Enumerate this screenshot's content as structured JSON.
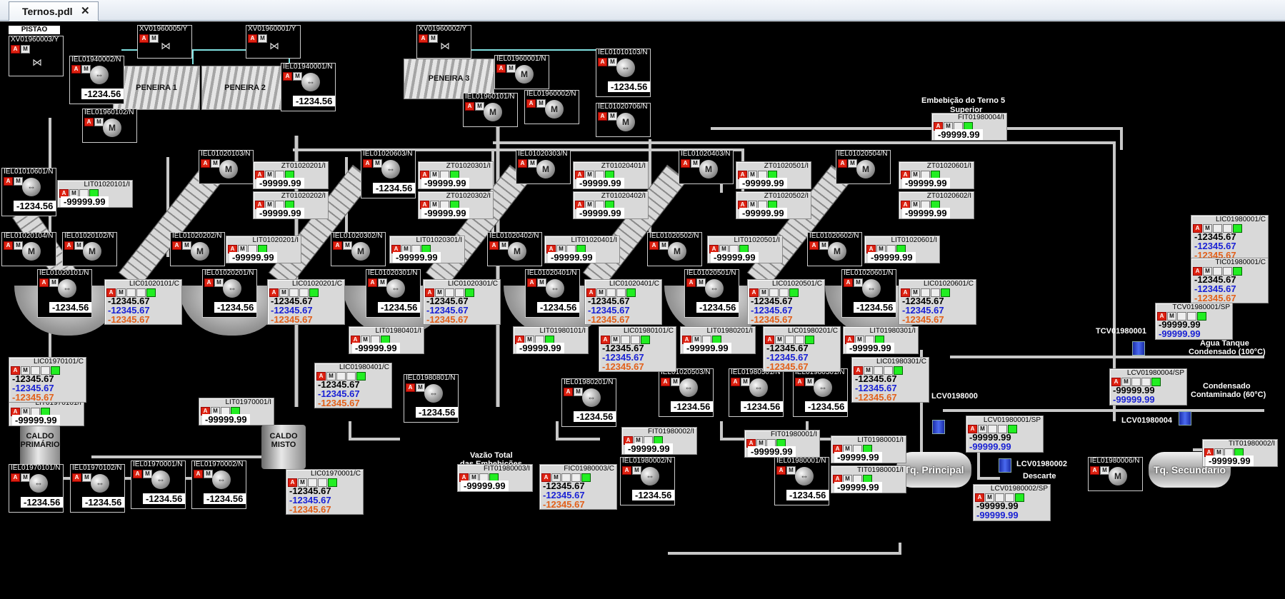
{
  "tab": {
    "title": "Ternos.pdl",
    "close": "✕"
  },
  "labels": {
    "pistao": "PISTAO",
    "embebicao": "Embebição do Terno 5",
    "embebicao2": "Superior",
    "vazao1": "Vazão Total",
    "vazao2": "das Embebições",
    "agua1": "Agua Tanque",
    "agua2": "Condensado (100°C)",
    "cond1": "Condensado",
    "cond2": "Contaminado (60°C)",
    "descarte": "Descarte",
    "tcv": "TCV01980001",
    "lcv1": "LCV0198000",
    "lcv4": "LCV01980004",
    "lcv2": "LCV01980002"
  },
  "equipment": {
    "peneira1": "PENEIRA 1",
    "peneira2": "PENEIRA 2",
    "peneira3": "PENEIRA 3",
    "caldo_primario_1": "CALDO",
    "caldo_primario_2": "PRIMÁRIO",
    "caldo_misto_1": "CALDO",
    "caldo_misto_2": "MISTO",
    "tq_principal": "Tq. Principal",
    "tq_secundario": "Tq. Secundario"
  },
  "icons": {
    "alarm": "A",
    "manual": "M",
    "motor": "M",
    "drive": "⟴"
  },
  "valves": [
    {
      "tag": "XV01960003/Y"
    },
    {
      "tag": "XV01960005/Y"
    },
    {
      "tag": "XV01960001/Y"
    },
    {
      "tag": "XV01960002/Y"
    }
  ],
  "motors": [
    {
      "tag": "IEL01940002/N",
      "value": "-1234.56",
      "sym": "⇔"
    },
    {
      "tag": "IEL01940001/N",
      "value": "-1234.56",
      "sym": "⇔"
    },
    {
      "tag": "IEL01960001/N",
      "value": "",
      "sym": "M"
    },
    {
      "tag": "IEL01960002/N",
      "value": "",
      "sym": "M"
    },
    {
      "tag": "IEL01010103/N",
      "value": "-1234.56",
      "sym": "⇔"
    },
    {
      "tag": "IEL01020706/N",
      "value": "",
      "sym": "M"
    },
    {
      "tag": "IEL01960101/N",
      "value": "",
      "sym": "M"
    },
    {
      "tag": "IEL01960102/N",
      "value": "",
      "sym": "M"
    },
    {
      "tag": "IEL01010601/N",
      "value": "-1234.56",
      "sym": "⇔"
    },
    {
      "tag": "IEL01020103/N",
      "value": "",
      "sym": "M"
    },
    {
      "tag": "IEL01020603/N",
      "value": "-1234.56",
      "sym": "⇔"
    },
    {
      "tag": "IEL01020303/N",
      "value": "",
      "sym": "M"
    },
    {
      "tag": "IEL01020403/N",
      "value": "",
      "sym": "M"
    },
    {
      "tag": "IEL01020504/N",
      "value": "",
      "sym": "M"
    },
    {
      "tag": "IEL01020104/N",
      "value": "",
      "sym": "M"
    },
    {
      "tag": "IEL01020102/N",
      "value": "",
      "sym": "M"
    },
    {
      "tag": "IEL01020202/N",
      "value": "",
      "sym": "M"
    },
    {
      "tag": "IEL01020302/N",
      "value": "",
      "sym": "M"
    },
    {
      "tag": "IEL01020402/N",
      "value": "",
      "sym": "M"
    },
    {
      "tag": "IEL01020502/N",
      "value": "",
      "sym": "M"
    },
    {
      "tag": "IEL01020602/N",
      "value": "",
      "sym": "M"
    },
    {
      "tag": "IEL01020101/N",
      "value": "-1234.56",
      "sym": "⇔"
    },
    {
      "tag": "IEL01020201/N",
      "value": "-1234.56",
      "sym": "⇔"
    },
    {
      "tag": "IEL01020301/N",
      "value": "-1234.56",
      "sym": "⇔"
    },
    {
      "tag": "IEL01020401/N",
      "value": "-1234.56",
      "sym": "⇔"
    },
    {
      "tag": "IEL01020501/N",
      "value": "-1234.56",
      "sym": "⇔"
    },
    {
      "tag": "IEL01020601/N",
      "value": "-1234.56",
      "sym": "⇔"
    },
    {
      "tag": "IEL01980801/N",
      "value": "-1234.56",
      "sym": "⇔"
    },
    {
      "tag": "IEL01980201/N",
      "value": "-1234.56",
      "sym": "⇔"
    },
    {
      "tag": "IEL01020503/N",
      "value": "-1234.56",
      "sym": "⇔"
    },
    {
      "tag": "IEL01980501/N",
      "value": "-1234.56",
      "sym": "⇔"
    },
    {
      "tag": "IEL01980301/N",
      "value": "-1234.56",
      "sym": "⇔"
    },
    {
      "tag": "IEL01970101/N",
      "value": "-1234.56",
      "sym": "⇔"
    },
    {
      "tag": "IEL01970102/N",
      "value": "-1234.56",
      "sym": "⇔"
    },
    {
      "tag": "IEL01970001/N",
      "value": "-1234.56",
      "sym": "⇔"
    },
    {
      "tag": "IEL01970002/N",
      "value": "-1234.56",
      "sym": "⇔"
    },
    {
      "tag": "IEL01980002/N",
      "value": "-1234.56",
      "sym": "⇔"
    },
    {
      "tag": "IEL01980001/N",
      "value": "-1234.56",
      "sym": "⇔"
    },
    {
      "tag": "IEL01980006/N",
      "value": "",
      "sym": "M"
    }
  ],
  "indicators": [
    {
      "tag": "LIT01020101/I",
      "value": "-99999.99"
    },
    {
      "tag": "ZT01020201/I",
      "value": "-99999.99"
    },
    {
      "tag": "ZT01020202/I",
      "value": "-99999.99"
    },
    {
      "tag": "ZT01020301/I",
      "value": "-99999.99"
    },
    {
      "tag": "ZT01020302/I",
      "value": "-99999.99"
    },
    {
      "tag": "ZT01020401/I",
      "value": "-99999.99"
    },
    {
      "tag": "ZT01020402/I",
      "value": "-99999.99"
    },
    {
      "tag": "ZT01020501/I",
      "value": "-99999.99"
    },
    {
      "tag": "ZT01020502/I",
      "value": "-99999.99"
    },
    {
      "tag": "ZT01020601/I",
      "value": "-99999.99"
    },
    {
      "tag": "ZT01020602/I",
      "value": "-99999.99"
    },
    {
      "tag": "FIT01980004/I",
      "value": "-99999.99"
    },
    {
      "tag": "LIT01020201/I",
      "value": "-99999.99"
    },
    {
      "tag": "LIT01020301/I",
      "value": "-99999.99"
    },
    {
      "tag": "LIT01020401/I",
      "value": "-99999.99"
    },
    {
      "tag": "LIT01020501/I",
      "value": "-99999.99"
    },
    {
      "tag": "LIT01020601/I",
      "value": "-99999.99"
    },
    {
      "tag": "LIT01980401/I",
      "value": "-99999.99"
    },
    {
      "tag": "LIT01980101/I",
      "value": "-99999.99"
    },
    {
      "tag": "LIT01980201/I",
      "value": "-99999.99"
    },
    {
      "tag": "LIT01980301/I",
      "value": "-99999.99"
    },
    {
      "tag": "LIT01970101/I",
      "value": "-99999.99"
    },
    {
      "tag": "LIT01970001/I",
      "value": "-99999.99"
    },
    {
      "tag": "FIT01980002/I",
      "value": "-99999.99"
    },
    {
      "tag": "FIT01980001/I",
      "value": "-99999.99"
    },
    {
      "tag": "LIT01980001/I",
      "value": "-99999.99"
    },
    {
      "tag": "TIT01980001/I",
      "value": "-99999.99"
    },
    {
      "tag": "FIT01980003/I",
      "value": "-99999.99"
    },
    {
      "tag": "TIT01980002/I",
      "value": "-99999.99"
    }
  ],
  "controllers": [
    {
      "tag": "LIC01020101/C",
      "pv": "-12345.67",
      "sp": "-12345.67",
      "out": "-12345.67"
    },
    {
      "tag": "LIC01020201/C",
      "pv": "-12345.67",
      "sp": "-12345.67",
      "out": "-12345.67"
    },
    {
      "tag": "LIC01020301/C",
      "pv": "-12345.67",
      "sp": "-12345.67",
      "out": "-12345.67"
    },
    {
      "tag": "LIC01020401/C",
      "pv": "-12345.67",
      "sp": "-12345.67",
      "out": "-12345.67"
    },
    {
      "tag": "LIC01020501/C",
      "pv": "-12345.67",
      "sp": "-12345.67",
      "out": "-12345.67"
    },
    {
      "tag": "LIC01020601/C",
      "pv": "-12345.67",
      "sp": "-12345.67",
      "out": "-12345.67"
    },
    {
      "tag": "LIC01980101/C",
      "pv": "-12345.67",
      "sp": "-12345.67",
      "out": "-12345.67"
    },
    {
      "tag": "LIC01980201/C",
      "pv": "-12345.67",
      "sp": "-12345.67",
      "out": "-12345.67"
    },
    {
      "tag": "LIC01980301/C",
      "pv": "-12345.67",
      "sp": "-12345.67",
      "out": "-12345.67"
    },
    {
      "tag": "LIC01980401/C",
      "pv": "-12345.67",
      "sp": "-12345.67",
      "out": "-12345.67"
    },
    {
      "tag": "LIC01970101/C",
      "pv": "-12345.67",
      "sp": "-12345.67",
      "out": "-12345.67"
    },
    {
      "tag": "LIC01970001/C",
      "pv": "-12345.67",
      "sp": "-12345.67",
      "out": "-12345.67"
    },
    {
      "tag": "FIC01980003/C",
      "pv": "-12345.67",
      "sp": "-12345.67",
      "out": "-12345.67"
    },
    {
      "tag": "LIC01980001/C",
      "pv": "-12345.67",
      "sp": "-12345.67",
      "out": "-12345.67"
    },
    {
      "tag": "TIC01980001/C",
      "pv": "-12345.67",
      "sp": "-12345.67",
      "out": "-12345.67"
    }
  ],
  "setpoints": [
    {
      "tag": "TCV01980001/SP",
      "pv": "-99999.99",
      "sp": "-99999.99"
    },
    {
      "tag": "LCV01980004/SP",
      "pv": "-99999.99",
      "sp": "-99999.99"
    },
    {
      "tag": "LCV01980001/SP",
      "pv": "-99999.99",
      "sp": "-99999.99"
    },
    {
      "tag": "LCV01980002/SP",
      "pv": "-99999.99",
      "sp": "-99999.99"
    }
  ],
  "colors": {
    "background": "#000000",
    "pipe": "#c8c8c8",
    "teal_pipe": "#7fe0e0",
    "pv": "#000000",
    "sp": "#1a22d4",
    "out": "#e2601a",
    "alarm": "#d21e1e",
    "ok": "#22dd22"
  }
}
